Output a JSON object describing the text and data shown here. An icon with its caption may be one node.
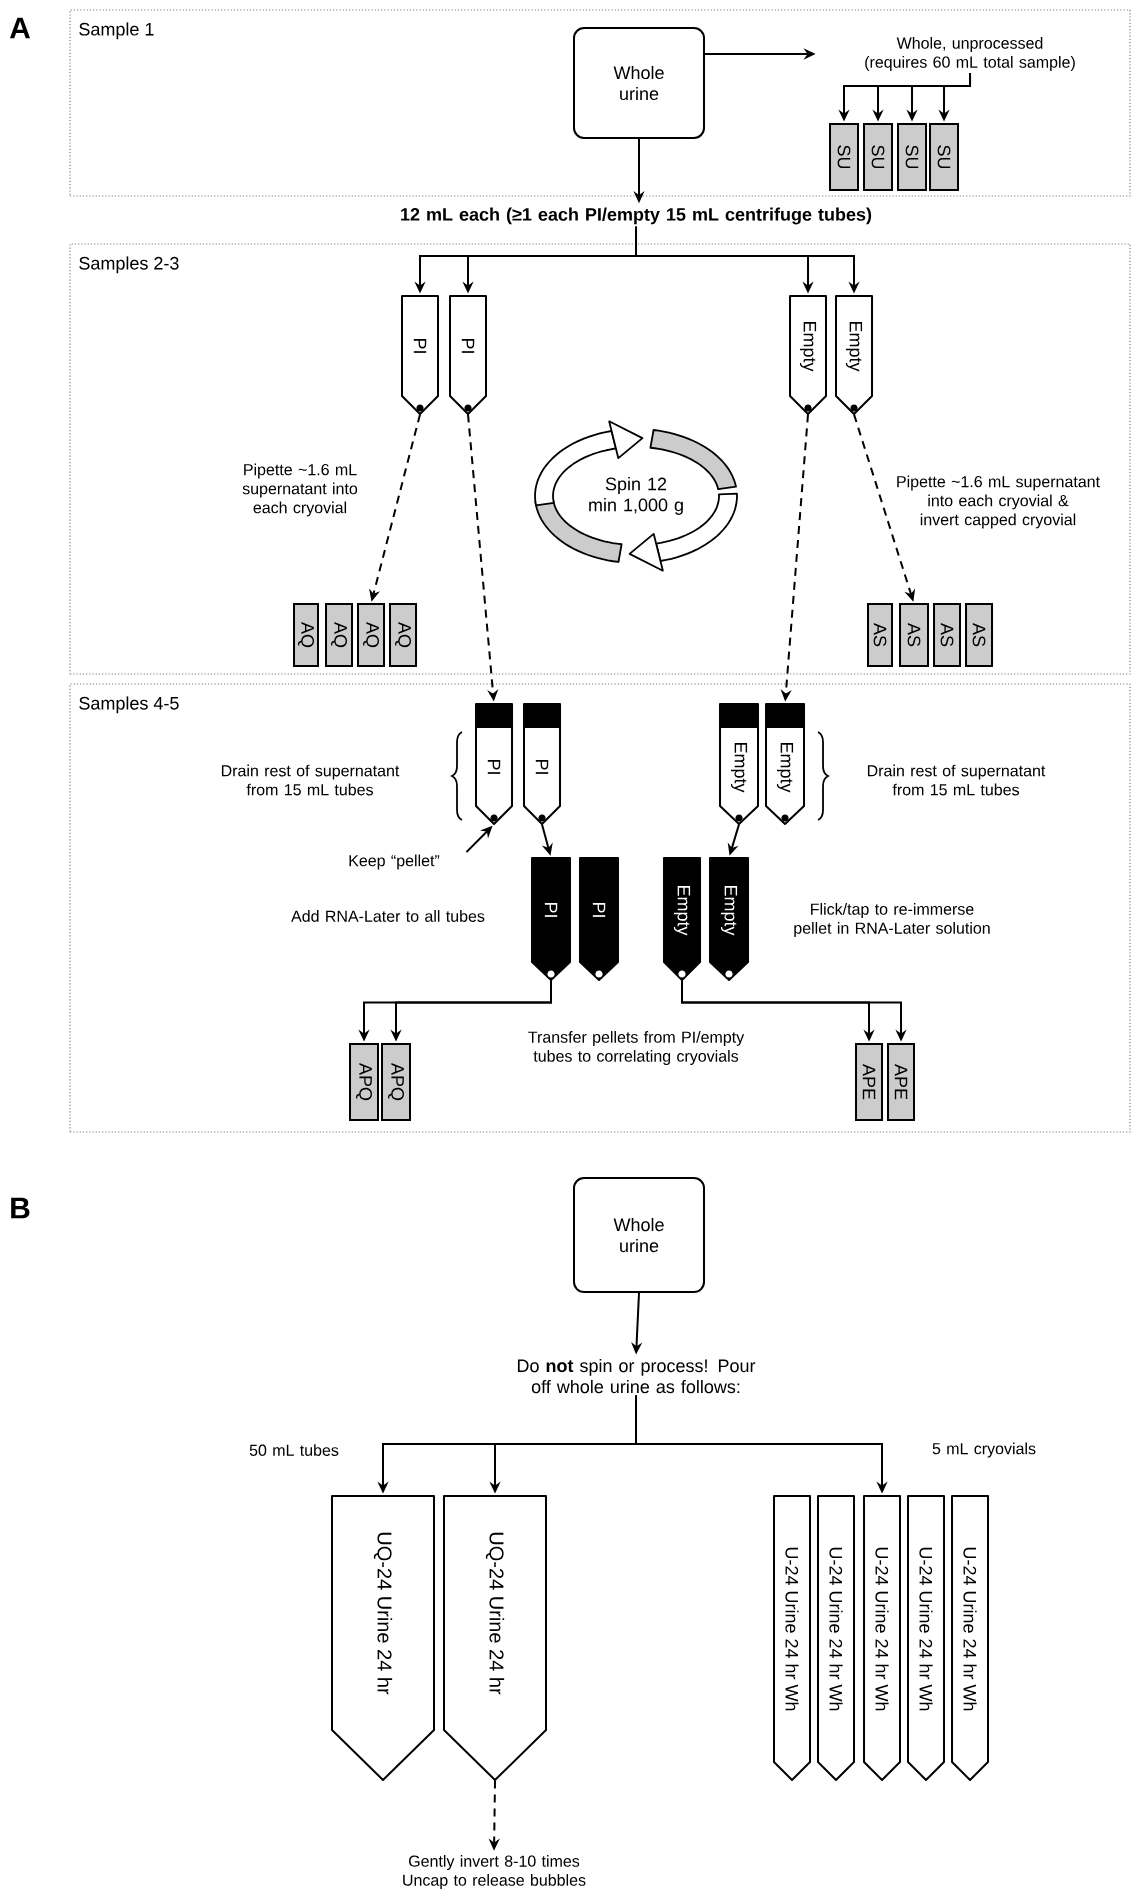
{
  "diagram": {
    "nodes": [
      {
        "text": [
          "Sample 1"
        ]
      },
      {
        "text": [
          "Whole urine"
        ],
        "in": 0
      },
      {
        "text": [
          "Whole, unprocessed (requires 60 mL total sample)"
        ],
        "in": 0
      },
      {
        "text": [
          "SU"
        ],
        "in": 0
      },
      {
        "text": [
          "SU"
        ],
        "in": 0
      },
      {
        "text": [
          "SU"
        ],
        "in": 0
      },
      {
        "text": [
          "SU"
        ],
        "in": 0
      },
      {
        "text": [
          "12 mL each (≥1 each PI/empty 15 mL centrifuge tubes)"
        ]
      },
      {
        "text": [
          "Samples 2-3"
        ]
      },
      {
        "text": [
          "PI"
        ],
        "in": 8
      },
      {
        "text": [
          "PI"
        ],
        "in": 8
      },
      {
        "text": [
          "Empty"
        ],
        "in": 8
      },
      {
        "text": [
          "Empty"
        ],
        "in": 8
      },
      {
        "text": [
          "Spin 12 min 1,000 g"
        ],
        "in": 8
      },
      {
        "text": [
          "AQ"
        ],
        "in": 8
      },
      {
        "text": [
          "AQ"
        ],
        "in": 8
      },
      {
        "text": [
          "AQ"
        ],
        "in": 8
      },
      {
        "text": [
          "AQ"
        ],
        "in": 8
      },
      {
        "text": [
          "AS"
        ],
        "in": 8
      },
      {
        "text": [
          "AS"
        ],
        "in": 8
      },
      {
        "text": [
          "AS"
        ],
        "in": 8
      },
      {
        "text": [
          "AS"
        ],
        "in": 8
      },
      {
        "text": [
          "Samples 4-5"
        ]
      },
      {
        "text": [
          "PI"
        ],
        "in": 22
      },
      {
        "text": [
          "PI"
        ],
        "in": 22
      },
      {
        "text": [
          "Empty"
        ],
        "in": 22
      },
      {
        "text": [
          "Empty"
        ],
        "in": 22
      },
      {
        "text": [
          "Keep “pellet”"
        ],
        "in": 22
      },
      {
        "text": [
          "PI"
        ],
        "in": 22
      },
      {
        "text": [
          "PI"
        ],
        "in": 22
      },
      {
        "text": [
          "Empty"
        ],
        "in": 22
      },
      {
        "text": [
          "Empty"
        ],
        "in": 22
      },
      {
        "text": [
          "APQ"
        ],
        "in": 22
      },
      {
        "text": [
          "APQ"
        ],
        "in": 22
      },
      {
        "text": [
          "APE"
        ],
        "in": 22
      },
      {
        "text": [
          "APE"
        ],
        "in": 22
      },
      {
        "text": [
          "Whole urine"
        ]
      },
      {
        "text": [
          "Do **not** spin or process! Pour off whole urine as follows:"
        ]
      },
      {
        "text": [
          "UQ-24 Urine 24 hr"
        ]
      },
      {
        "text": [
          "UQ-24 Urine 24 hr"
        ]
      },
      {
        "text": [
          "U-24 Urine 24 hr Wh"
        ]
      },
      {
        "text": [
          "U-24 Urine 24 hr Wh"
        ]
      },
      {
        "text": [
          "U-24 Urine 24 hr Wh"
        ]
      },
      {
        "text": [
          "U-24 Urine 24 hr Wh"
        ]
      },
      {
        "text": [
          "U-24 Urine 24 hr Wh"
        ]
      },
      {
        "text": [
          "Gently invert 8-10 times Uncap to release bubbles"
        ]
      }
    ],
    "edges": [
      {
        "from": 1,
        "to": 2,
        "arrow": "to"
      },
      {
        "from": 2,
        "to": 3,
        "arrow": "to"
      },
      {
        "from": 2,
        "to": 4,
        "arrow": "to"
      },
      {
        "from": 2,
        "to": 5,
        "arrow": "to"
      },
      {
        "from": 2,
        "to": 6,
        "arrow": "to"
      },
      {
        "from": 1,
        "to": 7,
        "arrow": "to"
      },
      {
        "from": 7,
        "to": 9,
        "arrow": "to"
      },
      {
        "from": 7,
        "to": 10,
        "arrow": "to"
      },
      {
        "from": 7,
        "to": 11,
        "arrow": "to"
      },
      {
        "from": 7,
        "to": 12,
        "arrow": "to"
      },
      {
        "from": 9,
        "to": 16,
        "arrow": "to",
        "style": "dashed",
        "label": "Pipette ~1.6 mL supernatant into each cryovial"
      },
      {
        "from": 10,
        "to": 23,
        "arrow": "to",
        "style": "dashed"
      },
      {
        "from": 12,
        "to": 19,
        "arrow": "to",
        "style": "dashed",
        "label": "Pipette ~1.6 mL supernatant into each cryovial & invert capped cryovial"
      },
      {
        "from": 11,
        "to": 26,
        "arrow": "to",
        "style": "dashed"
      },
      {
        "from": 27,
        "to": 23,
        "arrow": "to"
      },
      {
        "from": 24,
        "to": 28,
        "arrow": "to"
      },
      {
        "from": 25,
        "to": 31,
        "arrow": "to"
      },
      {
        "from": 28,
        "to": 32,
        "arrow": "to"
      },
      {
        "from": 28,
        "to": 33,
        "arrow": "to"
      },
      {
        "from": 30,
        "to": 34,
        "arrow": "to"
      },
      {
        "from": 30,
        "to": 35,
        "arrow": "to"
      },
      {
        "from": 36,
        "to": 37,
        "arrow": "to"
      },
      {
        "from": 37,
        "to": 38,
        "arrow": "to"
      },
      {
        "from": 37,
        "to": 39,
        "arrow": "to"
      },
      {
        "from": 37,
        "to": 42,
        "arrow": "to"
      },
      {
        "from": 39,
        "to": 45,
        "arrow": "to",
        "style": "dashed"
      }
    ],
    "labels": [
      "A",
      "Drain rest of supernatant from 15 mL tubes",
      "Drain rest of supernatant from 15 mL tubes",
      "Add RNA-Later to all tubes",
      "Flick/tap to re-immerse pellet in RNA-Later solution",
      "Transfer pellets from PI/empty tubes to correlating cryovials",
      "B",
      "50 mL tubes",
      "5 mL cryovials"
    ]
  }
}
